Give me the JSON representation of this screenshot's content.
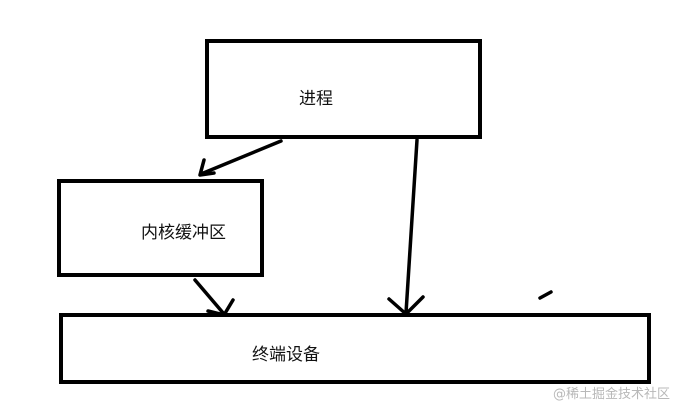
{
  "diagram": {
    "process_label": "进程",
    "kernel_buffer_label": "内核缓冲区",
    "terminal_device_label": "终端设备"
  },
  "watermark": {
    "text": "@稀土掘金技术社区"
  },
  "colors": {
    "stroke": "#000000",
    "text": "#111111",
    "watermark": "#b8b8b8",
    "background": "#ffffff"
  }
}
